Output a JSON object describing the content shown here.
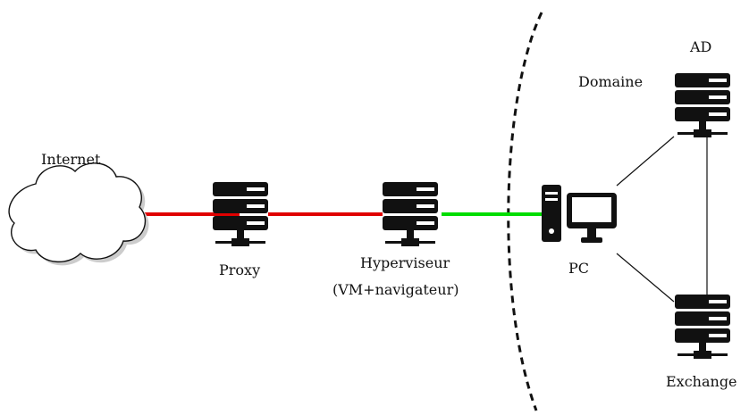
{
  "diagram": {
    "nodes": {
      "internet": {
        "label": "Internet",
        "icon": "cloud-icon"
      },
      "proxy": {
        "label": "Proxy",
        "icon": "server-icon"
      },
      "hyperviseur": {
        "label_line1": "Hyperviseur",
        "label_line2": "(VM+navigateur)",
        "icon": "server-icon"
      },
      "pc": {
        "label": "PC",
        "icon": "desktop-computer-icon"
      },
      "ad": {
        "label": "AD",
        "icon": "server-icon"
      },
      "domaine": {
        "label": "Domaine"
      },
      "exchange": {
        "label": "Exchange",
        "icon": "server-icon"
      }
    },
    "colors": {
      "unsafe_link": "#e00000",
      "safe_link": "#00dd00",
      "internal_link": "#111111",
      "boundary": "#111111",
      "icon": "#111111"
    }
  }
}
